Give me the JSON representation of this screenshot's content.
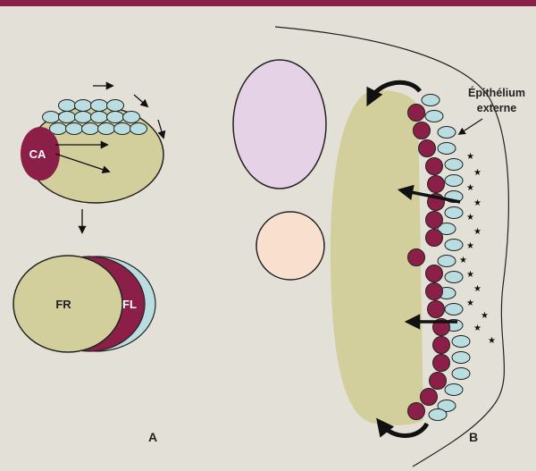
{
  "colors": {
    "background": "#e3e1d7",
    "top_bar": "#8c1f48",
    "tissue_olive": "#d2cf9c",
    "magenta_cell": "#8c1f48",
    "cyan_cell": "#b9dde0",
    "oval_pink": "#e6d2e6",
    "oval_peach": "#f9e0ce"
  },
  "panel_a": {
    "ca_label": "CA",
    "fr_label": "FR",
    "fl_label": "FL",
    "panel_label": "A"
  },
  "panel_b": {
    "epithelium_line1": "Épithélium",
    "epithelium_line2": "externe",
    "panel_label": "B",
    "star_glyph": "★"
  }
}
